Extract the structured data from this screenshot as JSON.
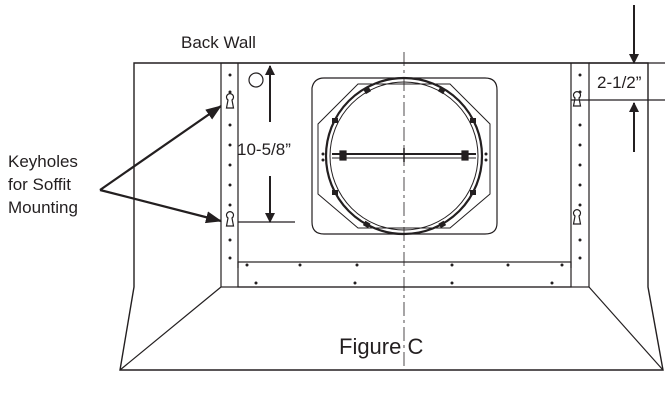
{
  "labels": {
    "back_wall": "Back Wall",
    "keyholes_line1": "Keyholes",
    "keyholes_line2": "for Soffit",
    "keyholes_line3": "Mounting",
    "dim_vertical": "10-5/8”",
    "dim_top": "2-1/2”",
    "caption": "Figure C"
  },
  "colors": {
    "line": "#231f20",
    "background": "#ffffff"
  }
}
